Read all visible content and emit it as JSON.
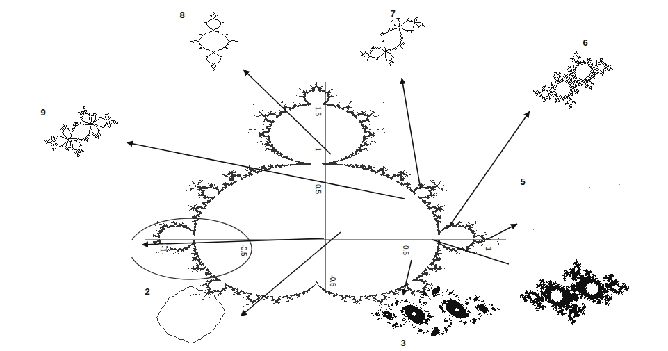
{
  "diagram": {
    "labels": [
      "8",
      "7",
      "6",
      "9",
      "1.5",
      "1",
      "0.5",
      "5",
      "1",
      "-1",
      "-0.5",
      "0.5",
      "-0.5",
      "2",
      "3"
    ]
  }
}
